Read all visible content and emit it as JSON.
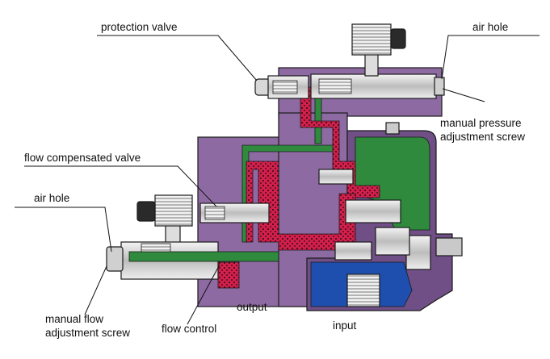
{
  "colors": {
    "housing": "#8e6aa3",
    "housing_dark": "#6f4f86",
    "oil_pressure": "#d21f4b",
    "oil_dots": "#2a0a12",
    "oil_green": "#2f8a3e",
    "oil_blue": "#1f4fae",
    "metal_light": "#e6e6e6",
    "metal_mid": "#a9a9a9",
    "shaft": "#c9c9c9",
    "outline": "#1a1a1a"
  },
  "labels": {
    "protection_valve": "protection valve",
    "air_hole_top": "air hole",
    "manual_pressure_line1": "manual pressure",
    "manual_pressure_line2": "adjustment screw",
    "flow_compensated_valve": "flow compensated valve",
    "air_hole_left": "air hole",
    "manual_flow_line1": "manual flow",
    "manual_flow_line2": "adjustment screw",
    "flow_control": "flow control",
    "output": "output",
    "input": "input"
  },
  "icons": {
    "solenoid_top": "solenoid-coil-icon",
    "solenoid_left": "solenoid-coil-icon",
    "spring": "spring-icon",
    "gear": "gear-icon"
  }
}
